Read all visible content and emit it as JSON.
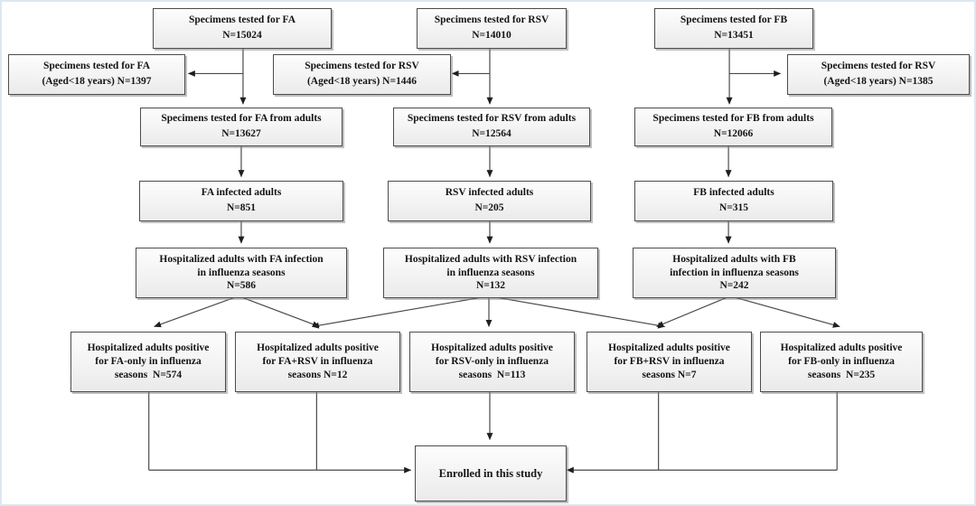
{
  "figure": {
    "type": "study-enrollment-flowchart",
    "colors": {
      "box_border": "#4c4c4c",
      "box_fill": "#f3f3f3",
      "line": "#4a4a4a",
      "page_border": "#dde7f3",
      "text": "#141414"
    },
    "nodes": {
      "specimens_fa": {
        "lines": [
          "Specimens tested for FA",
          "N=15024"
        ]
      },
      "specimens_rsv": {
        "lines": [
          "Specimens tested for RSV",
          "N=14010"
        ]
      },
      "specimens_fb": {
        "lines": [
          "Specimens tested for FB",
          "N=13451"
        ]
      },
      "excluded_fa": {
        "lines": [
          "Specimens tested for FA",
          "(Aged<18 years) N=1397"
        ]
      },
      "excluded_rsv": {
        "lines": [
          "Specimens tested for RSV",
          "(Aged<18 years) N=1446"
        ]
      },
      "excluded_fb_col": {
        "lines": [
          "Specimens tested for RSV",
          "(Aged<18 years) N=1385"
        ]
      },
      "adults_fa": {
        "lines": [
          "Specimens tested for FA from adults",
          "N=13627"
        ]
      },
      "adults_rsv": {
        "lines": [
          "Specimens tested for RSV from adults",
          "N=12564"
        ]
      },
      "adults_fb": {
        "lines": [
          "Specimens tested for FB from adults",
          "N=12066"
        ]
      },
      "infected_fa": {
        "lines": [
          "FA infected adults",
          "N=851"
        ]
      },
      "infected_rsv": {
        "lines": [
          "RSV infected adults",
          "N=205"
        ]
      },
      "infected_fb": {
        "lines": [
          "FB infected adults",
          "N=315"
        ]
      },
      "hospitalized_fa": {
        "lines": [
          "Hospitalized adults with FA infection",
          "in influenza seasons",
          "N=586"
        ]
      },
      "hospitalized_rsv": {
        "lines": [
          "Hospitalized adults with RSV infection",
          "in influenza seasons",
          "N=132"
        ]
      },
      "hospitalized_fb": {
        "lines": [
          "Hospitalized adults with FB",
          "infection in influenza seasons",
          "N=242"
        ]
      },
      "fa_only": {
        "lines": [
          "Hospitalized adults positive",
          "for FA-only in influenza",
          "seasons  N=574"
        ]
      },
      "fa_rsv": {
        "lines": [
          "Hospitalized adults positive",
          "for FA+RSV in influenza",
          "seasons N=12"
        ]
      },
      "rsv_only": {
        "lines": [
          "Hospitalized adults positive",
          "for RSV-only in influenza",
          "seasons  N=113"
        ]
      },
      "fb_rsv": {
        "lines": [
          "Hospitalized adults positive",
          "for FB+RSV in influenza",
          "seasons N=7"
        ]
      },
      "fb_only": {
        "lines": [
          "Hospitalized adults positive",
          "for FB-only in influenza",
          "seasons  N=235"
        ]
      },
      "enrolled": {
        "lines": [
          "Enrolled in this study"
        ]
      }
    }
  }
}
